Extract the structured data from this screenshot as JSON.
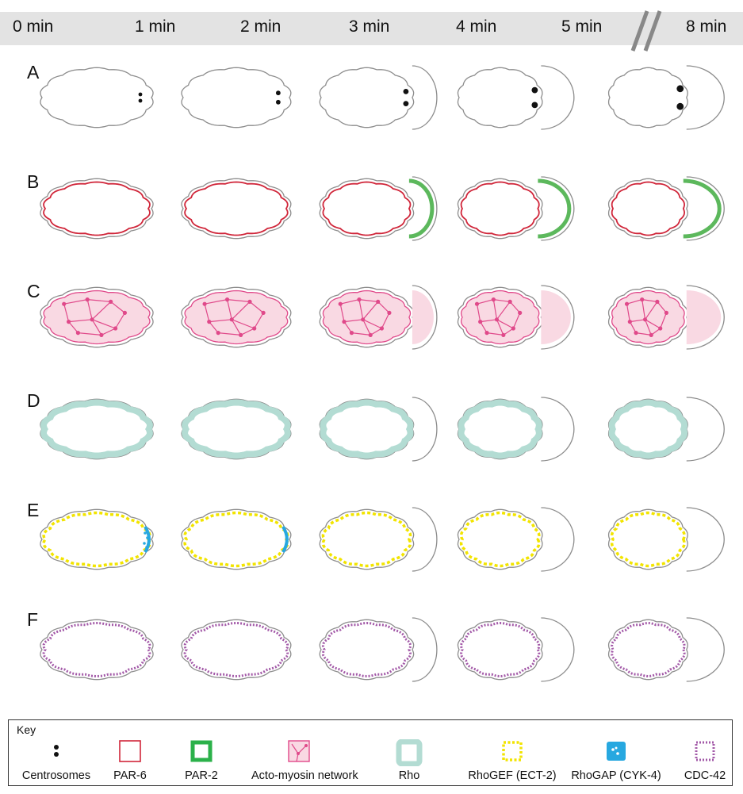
{
  "timeline": {
    "labels": [
      "0 min",
      "1 min",
      "2 min",
      "3 min",
      "4 min",
      "5 min",
      "8 min"
    ],
    "break_marker": "//"
  },
  "rows": [
    {
      "label": "A",
      "feature": "centrosomes"
    },
    {
      "label": "B",
      "feature": "par-6 / par-2"
    },
    {
      "label": "C",
      "feature": "acto-myosin network"
    },
    {
      "label": "D",
      "feature": "rho"
    },
    {
      "label": "E",
      "feature": "rhogef / rhogap"
    },
    {
      "label": "F",
      "feature": "cdc-42"
    }
  ],
  "colors": {
    "outline": "#8c8c8c",
    "par6": "#d0263a",
    "par2": "#5cb85c",
    "actomyosin_fill": "#f9d9e3",
    "actomyosin_line": "#e0498a",
    "rho": "#b3dcd3",
    "rhogef": "#f2e400",
    "rhogap": "#27a8e0",
    "cdc42": "#a35aa8",
    "timebar": "#e3e3e3"
  },
  "key": {
    "title": "Key",
    "items": [
      {
        "label": "Centrosomes",
        "icon": "centrosomes-icon"
      },
      {
        "label": "PAR-6",
        "icon": "par6-icon"
      },
      {
        "label": "PAR-2",
        "icon": "par2-icon"
      },
      {
        "label": "Acto-myosin network",
        "icon": "actomyosin-icon"
      },
      {
        "label": "Rho",
        "icon": "rho-icon"
      },
      {
        "label": "RhoGEF (ECT-2)",
        "icon": "rhogef-icon"
      },
      {
        "label": "RhoGAP (CYK-4)",
        "icon": "rhogap-icon"
      },
      {
        "label": "CDC-42",
        "icon": "cdc42-icon"
      }
    ]
  }
}
